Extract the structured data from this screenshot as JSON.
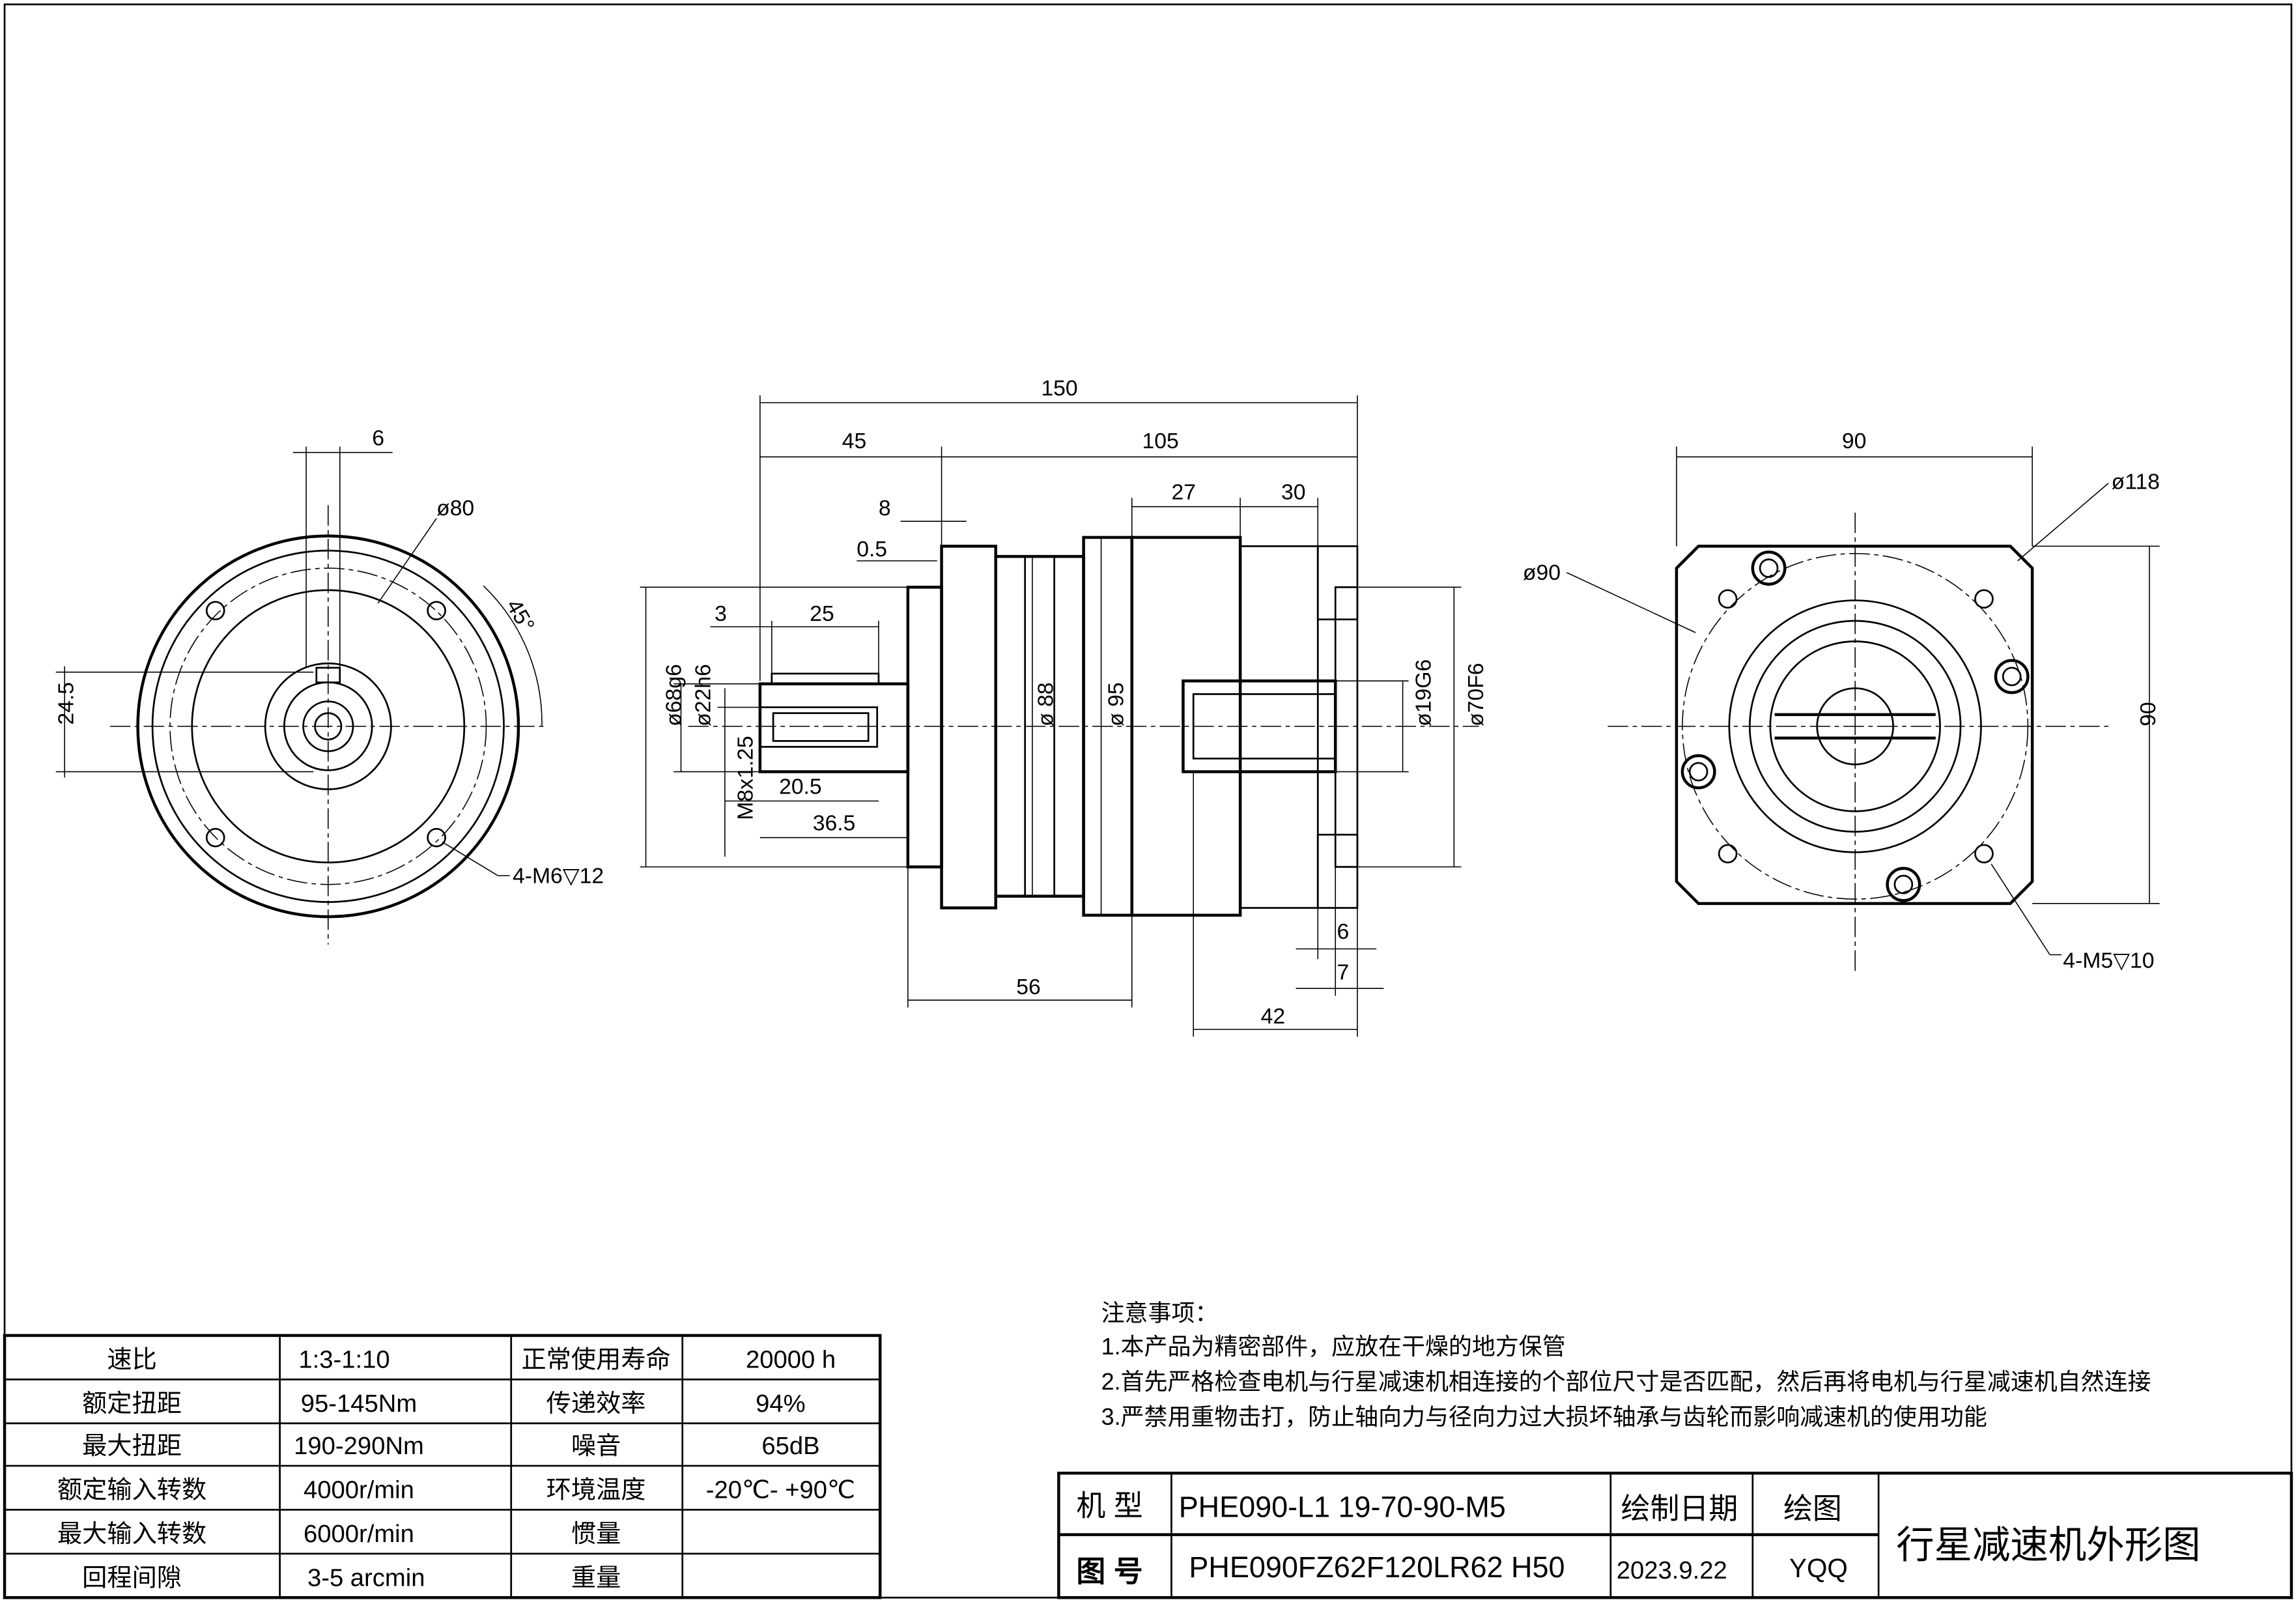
{
  "colors": {
    "ink": "#000000",
    "paper": "#ffffff"
  },
  "left_view": {
    "dim_key_width": "6",
    "dim_bolt_circle": "ø80",
    "dim_angle": "45°",
    "dim_key_height": "24.5",
    "dim_holes": "4-M6▽12"
  },
  "side_view": {
    "dim_total": "150",
    "dim_input": "45",
    "dim_body": "105",
    "dim_27": "27",
    "dim_30": "30",
    "dim_8": "8",
    "dim_05": "0.5",
    "dim_3": "3",
    "dim_25": "25",
    "dim_pilot": "ø68g6",
    "dim_shaft": "ø22h6",
    "dim_thread": "M8x1.25",
    "dim_205": "20.5",
    "dim_365": "36.5",
    "dim_88": "ø 88",
    "dim_95": "ø 95",
    "dim_bore": "ø19G6",
    "dim_spigot": "ø70F6",
    "dim_56": "56",
    "dim_6": "6",
    "dim_7": "7",
    "dim_42": "42"
  },
  "right_view": {
    "dim_width": "90",
    "dim_height": "90",
    "dim_118": "ø118",
    "dim_90c": "ø90",
    "dim_holes": "4-M5▽10"
  },
  "notes": {
    "title": "注意事项：",
    "lines": [
      "1.本产品为精密部件，应放在干燥的地方保管",
      "2.首先严格检查电机与行星减速机相连接的个部位尺寸是否匹配，然后再将电机与行星减速机自然连接",
      "3.严禁用重物击打，防止轴向力与径向力过大损坏轴承与齿轮而影响减速机的使用功能"
    ]
  },
  "spec_table": {
    "rows": [
      [
        "速比",
        "1:3-1:10",
        "正常使用寿命",
        "20000  h"
      ],
      [
        "额定扭距",
        "95-145Nm",
        "传递效率",
        "94%"
      ],
      [
        "最大扭距",
        "190-290Nm",
        "噪音",
        "65dB"
      ],
      [
        "额定输入转数",
        "4000r/min",
        "环境温度",
        "-20℃- +90℃"
      ],
      [
        "最大输入转数",
        "6000r/min",
        "惯量",
        ""
      ],
      [
        "回程间隙",
        "3-5 arcmin",
        "重量",
        ""
      ]
    ]
  },
  "title_block": {
    "model_label": "机 型",
    "model_value": "PHE090-L1 19-70-90-M5",
    "drawing_no_label": "图 号",
    "drawing_no_value": "PHE090FZ62F120LR62 H50",
    "date_label": "绘制日期",
    "date_value": "2023.9.22",
    "drawer_label": "绘图",
    "drawer_value": "YQQ",
    "title": "行星减速机外形图"
  }
}
